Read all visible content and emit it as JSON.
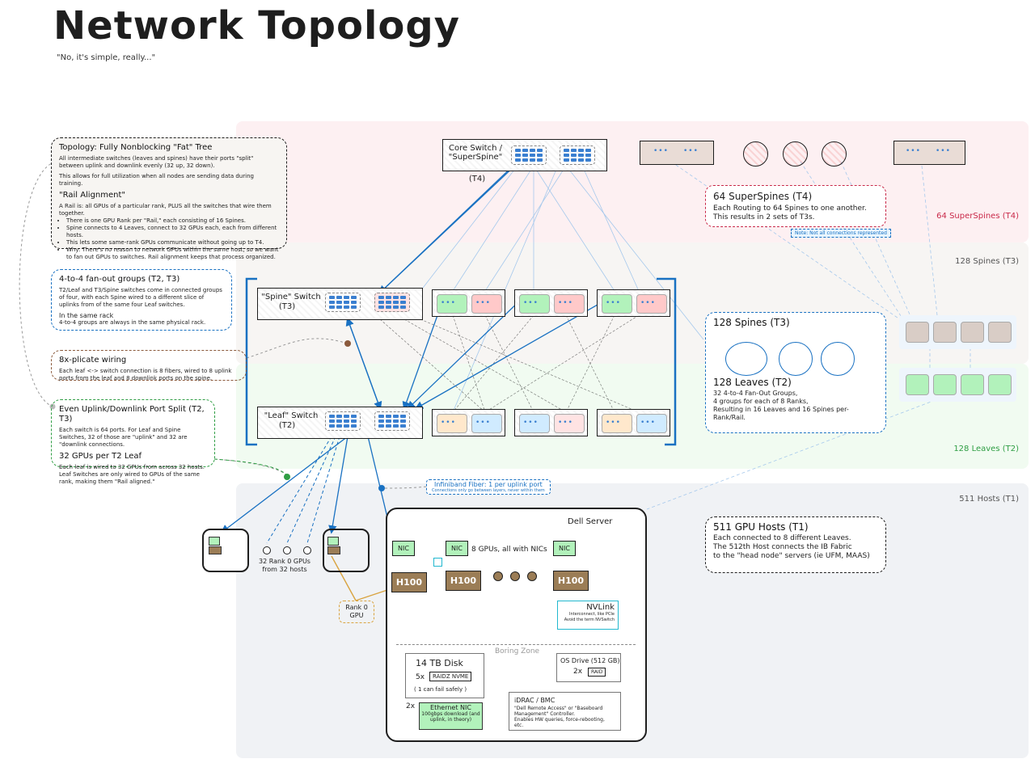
{
  "header": {
    "title": "Network Topology",
    "subtitle": "\"No, it's simple, really...\""
  },
  "bands": {
    "t4": "64 SuperSpines (T4)",
    "t3": "128 Spines (T3)",
    "t2": "128 Leaves (T2)",
    "t1": "511 Hosts (T1)"
  },
  "notes": {
    "topology": {
      "title": "Topology: Fully Nonblocking \"Fat\" Tree",
      "p1": "All intermediate switches (leaves and spines) have their ports \"split\" between uplink and downlink evenly (32 up, 32 down).",
      "p2": "This allows for full utilization when all nodes are sending data during training.",
      "rail_title": "\"Rail Alignment\"",
      "rail_p": "A Rail is: all GPUs of a particular rank, PLUS all the switches that wire them together.",
      "bullets": [
        "There is one GPU Rank per \"Rail,\" each consisting of 16 Spines.",
        "Spine connects to 4 Leaves, connect to 32 GPUs each, each from different hosts.",
        "This lets some same-rank GPUs communicate without going up to T4.",
        "Why: There's no reason to network GPUs within the same host, so we want to fan out GPUs to switches. Rail alignment keeps that process organized."
      ]
    },
    "fanout": {
      "title": "4-to-4 fan-out groups (T2, T3)",
      "p1": "T2/Leaf and T3/Spine switches come in connected groups of four, with each Spine wired to a different slice of uplinks from of the same four Leaf switches.",
      "sub": "In the same rack",
      "p2": "4-to-4 groups are always in the same physical rack."
    },
    "wiring": {
      "title": "8x-plicate wiring",
      "p1": "Each leaf <-> switch connection is 8 fibers, wired to 8 uplink ports from the leaf and 8 downlink ports on the spine."
    },
    "split": {
      "title": "Even Uplink/Downlink Port Split (T2, T3)",
      "p1": "Each switch is 64 ports. For Leaf and Spine Switches, 32 of those are \"uplink\" and 32 are \"downlink connections.",
      "title2": "32 GPUs per T2 Leaf",
      "p2": "Each leaf is wired to 32 GPUs from across 32 hosts. Leaf Switches are only wired to GPUs of the same rank, making them \"Rail aligned.\""
    }
  },
  "switches": {
    "core": "Core Switch / \"SuperSpine\"",
    "core_tier": "(T4)",
    "spine": "\"Spine\" Switch",
    "spine_tier": "(T3)",
    "leaf": "\"Leaf\" Switch",
    "leaf_tier": "(T2)",
    "dots": "•••"
  },
  "callouts": {
    "superspines": {
      "title": "64 SuperSpines (T4)",
      "p1": "Each Routing to 64 Spines to one another.",
      "p2": "This results in 2 sets of T3s."
    },
    "note_connections": "Note: Not all connections represented",
    "spines_leaves": {
      "title1": "128 Spines (T3)",
      "title2": "128 Leaves (T2)",
      "p1": "32 4-to-4 Fan-Out Groups,",
      "p2": "4 groups for each of 8 Ranks,",
      "p3": "Resulting in 16 Leaves and 16 Spines per-Rank/Rail."
    },
    "hosts": {
      "title": "511 GPU Hosts (T1)",
      "p1": "Each connected to 8 different Leaves.",
      "p2": "The 512th Host connects the IB Fabric",
      "p3": "to the \"head node\" servers (ie UFM, MAAS)"
    }
  },
  "labels": {
    "rank0_hosts": "32 Rank 0 GPUs from 32 hosts",
    "rank0_gpu": "Rank 0 GPU",
    "infiniband_title": "Infiniband Fiber: 1 per uplink port",
    "infiniband_sub": "Connections only go between layers, never within them"
  },
  "server": {
    "title": "Dell Server",
    "nic": "NIC",
    "gpu": "H100",
    "gpus_note": "8 GPUs, all with NICs",
    "nvlink_title": "NVLink",
    "nvlink_sub": "Interconnect, like PCIe Avoid the term NVSwitch",
    "boring": "Boring Zone",
    "disk_title": "14 TB Disk",
    "disk_count": "5x",
    "disk_raid": "RAIDZ NVME",
    "disk_note": "( 1 can fail safely )",
    "os_title": "OS Drive (512 GB)",
    "os_count": "2x",
    "os_raid": "RAID",
    "eth_count": "2x",
    "eth_title": "Ethernet NIC",
    "eth_sub": "100gbps download (and uplink, in theory)",
    "idrac_title": "iDRAC / BMC",
    "idrac_p1": "\"Dell Remote Access\" or \"Baseboard Management\" Controller.",
    "idrac_p2": "Enables HW queries, force-rebooting, etc."
  },
  "colors": {
    "t4_band": "#fdf0f2",
    "t3_band": "#f7f5f3",
    "t2_band": "#f1fbf1",
    "t1_band": "#f0f2f5",
    "link_blue": "#1971c2",
    "nvlink_teal": "#22b8cf",
    "gpu_brown": "#9b7d56",
    "nic_green": "#b2f2bb",
    "superspine_red": "#c92a4a",
    "leaves_green": "#2f9e44"
  }
}
